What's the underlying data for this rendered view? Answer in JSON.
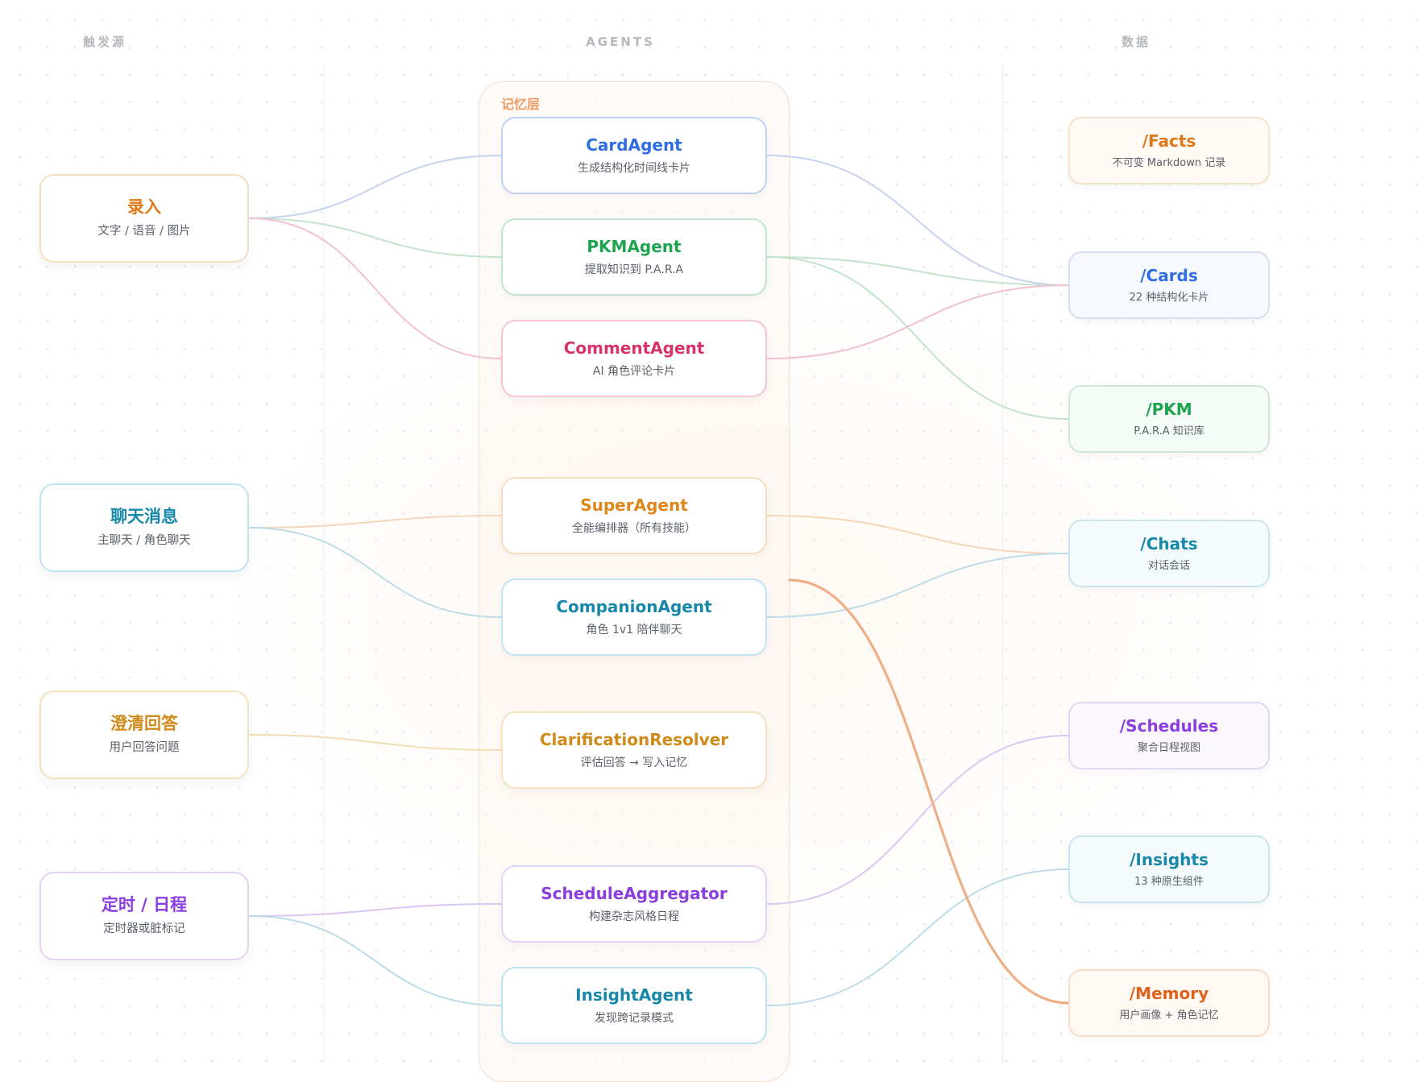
{
  "columns": {
    "sources": "触发源",
    "agents": "AGENTS",
    "data": "数据"
  },
  "memory_layer": {
    "label": "记忆层",
    "color": "#ec9a62"
  },
  "sources": [
    {
      "id": "input",
      "title": "录入",
      "subtitle": "文字 / 语音 / 图片",
      "color": "#dd7a1a",
      "border": "#f8dcbf",
      "bg": "#ffffff"
    },
    {
      "id": "chat",
      "title": "聊天消息",
      "subtitle": "主聊天 / 角色聊天",
      "color": "#1788a8",
      "border": "#bfe4ef",
      "bg": "#ffffff"
    },
    {
      "id": "clarify",
      "title": "澄清回答",
      "subtitle": "用户回答问题",
      "color": "#cf8a1a",
      "border": "#f6e2bd",
      "bg": "#ffffff"
    },
    {
      "id": "schedule",
      "title": "定时 / 日程",
      "subtitle": "定时器或脏标记",
      "color": "#8b3ee0",
      "border": "#e6d2f6",
      "bg": "#ffffff"
    }
  ],
  "agents": [
    {
      "id": "card",
      "title": "CardAgent",
      "subtitle": "生成结构化时间线卡片",
      "color": "#2f6ee0",
      "border": "#bcd2f6"
    },
    {
      "id": "pkm",
      "title": "PKMAgent",
      "subtitle": "提取知识到 P.A.R.A",
      "color": "#1ea34f",
      "border": "#bfe6cb"
    },
    {
      "id": "comment",
      "title": "CommentAgent",
      "subtitle": "AI 角色评论卡片",
      "color": "#d8326d",
      "border": "#f5c3d4"
    },
    {
      "id": "super",
      "title": "SuperAgent",
      "subtitle": "全能编排器（所有技能）",
      "color": "#dd861a",
      "border": "#f8dcbf"
    },
    {
      "id": "companion",
      "title": "CompanionAgent",
      "subtitle": "角色 1v1 陪伴聊天",
      "color": "#1788a8",
      "border": "#bfe4ef"
    },
    {
      "id": "clarifier",
      "title": "ClarificationResolver",
      "subtitle": "评估回答 → 写入记忆",
      "color": "#cf8a1a",
      "border": "#f6e2bd"
    },
    {
      "id": "scheduler",
      "title": "ScheduleAggregator",
      "subtitle": "构建杂志风格日程",
      "color": "#8b3ee0",
      "border": "#e6d2f6"
    },
    {
      "id": "insight",
      "title": "InsightAgent",
      "subtitle": "发现跨记录模式",
      "color": "#1788a8",
      "border": "#bfe4ef"
    }
  ],
  "stores": [
    {
      "id": "facts",
      "title": "/Facts",
      "subtitle": "不可变 Markdown 记录",
      "color": "#e07818",
      "border": "#f8e1c9",
      "bg": "#fffaf4"
    },
    {
      "id": "cards",
      "title": "/Cards",
      "subtitle": "22 种结构化卡片",
      "color": "#2f6ee0",
      "border": "#d6dff0",
      "bg": "#f7f8fd"
    },
    {
      "id": "pkmstore",
      "title": "/PKM",
      "subtitle": "P.A.R.A 知识库",
      "color": "#1ea34f",
      "border": "#cfe8d6",
      "bg": "#f5fbf6"
    },
    {
      "id": "chats",
      "title": "/Chats",
      "subtitle": "对话会话",
      "color": "#1788a8",
      "border": "#cae5ee",
      "bg": "#f5fafc"
    },
    {
      "id": "schedules",
      "title": "/Schedules",
      "subtitle": "聚合日程视图",
      "color": "#8b3ee0",
      "border": "#e4d6f5",
      "bg": "#faf7fd"
    },
    {
      "id": "insights",
      "title": "/Insights",
      "subtitle": "13 种原生组件",
      "color": "#1788a8",
      "border": "#cae5ee",
      "bg": "#f5fafc"
    },
    {
      "id": "memory",
      "title": "/Memory",
      "subtitle": "用户画像 + 角色记忆",
      "color": "#e0611a",
      "border": "#f8dcc8",
      "bg": "#fff8f3"
    }
  ],
  "links": [
    {
      "from": "input",
      "to": "card",
      "color": "#c5d3f1"
    },
    {
      "from": "input",
      "to": "pkm",
      "color": "#c3e3cd"
    },
    {
      "from": "input",
      "to": "comment",
      "color": "#f2c0d1"
    },
    {
      "from": "chat",
      "to": "super",
      "color": "#f4d6b8"
    },
    {
      "from": "chat",
      "to": "companion",
      "color": "#bcdde7"
    },
    {
      "from": "clarify",
      "to": "clarifier",
      "color": "#f1dcb4"
    },
    {
      "from": "schedule",
      "to": "scheduler",
      "color": "#dcc6f3"
    },
    {
      "from": "schedule",
      "to": "insight",
      "color": "#bcdde7"
    },
    {
      "from": "card",
      "to": "cards",
      "color": "#c5d3f1"
    },
    {
      "from": "pkm",
      "to": "cards",
      "color": "#c3e3cd"
    },
    {
      "from": "pkm",
      "to": "pkmstore",
      "color": "#c3e3cd"
    },
    {
      "from": "comment",
      "to": "cards",
      "color": "#f2c0d1"
    },
    {
      "from": "super",
      "to": "chats",
      "color": "#f4d6b8"
    },
    {
      "from": "companion",
      "to": "chats",
      "color": "#bcdde7"
    },
    {
      "from": "scheduler",
      "to": "schedules",
      "color": "#dcc6f3"
    },
    {
      "from": "insight",
      "to": "insights",
      "color": "#bcdde7"
    },
    {
      "from": "memory_layer",
      "to": "memory",
      "color": "#eeae86",
      "emphasis": true
    }
  ]
}
